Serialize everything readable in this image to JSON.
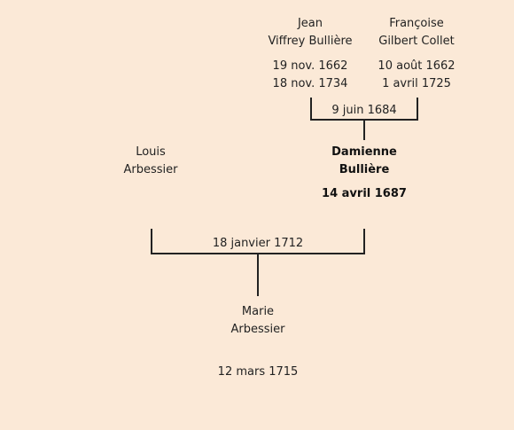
{
  "father": {
    "first_name": "Jean",
    "last_name": "Viffrey Bullière",
    "birth": "19 nov. 1662",
    "death": "18 nov. 1734"
  },
  "mother": {
    "first_name": "Françoise",
    "last_name": "Gilbert Collet",
    "birth": "10 août 1662",
    "death": "1 avril 1725"
  },
  "parents_marriage": "9 juin 1684",
  "spouse": {
    "first_name": "Louis",
    "last_name": "Arbessier"
  },
  "subject": {
    "first_name": "Damienne",
    "last_name": "Bullière",
    "birth": "14 avril 1687"
  },
  "marriage": "18 janvier 1712",
  "child": {
    "first_name": "Marie",
    "last_name": "Arbessier",
    "birth": "12 mars 1715"
  }
}
